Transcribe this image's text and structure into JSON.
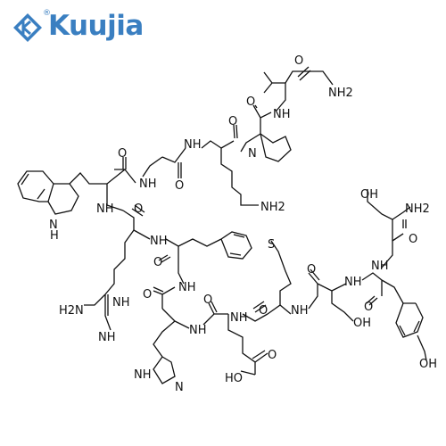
{
  "brand": {
    "name": "Kuujia",
    "registered": "®",
    "color": "#3a7fc1"
  },
  "structure": {
    "atoms": {
      "o_val_amide": "O",
      "nh2_val": "NH2",
      "nh_val": "NH",
      "o_pro": "O",
      "n_pro": "N",
      "o_lys": "O",
      "nh_lys": "NH",
      "nh2_lys": "NH2",
      "o_gly": "O",
      "nh_gly": "NH",
      "o_trp": "O",
      "nh_trp": "NH",
      "nh_indole": "N\nH",
      "o_arg": "O",
      "nh_arg": "NH",
      "nh_guan": "NH",
      "h2n_guan": "H2N",
      "nh_guan_imine": "NH",
      "o_phe": "O",
      "nh_phe": "NH",
      "o_his": "O",
      "nh_his": "NH",
      "nh_imid": "NH",
      "n_imid": "N",
      "o_glu": "O",
      "nh_glu": "NH",
      "ho_glu": "HO",
      "o_glu_acid": "O",
      "s_met": "S",
      "o_met": "O",
      "nh_met": "NH",
      "o_ser": "O",
      "oh_ser": "OH",
      "nh_ser": "NH",
      "o_tyr": "O",
      "nh_tyr": "NH",
      "oh_tyr": "OH",
      "oh_ser2": "OH",
      "nh2_ser2": "NH2",
      "o_ser2": "O"
    }
  }
}
